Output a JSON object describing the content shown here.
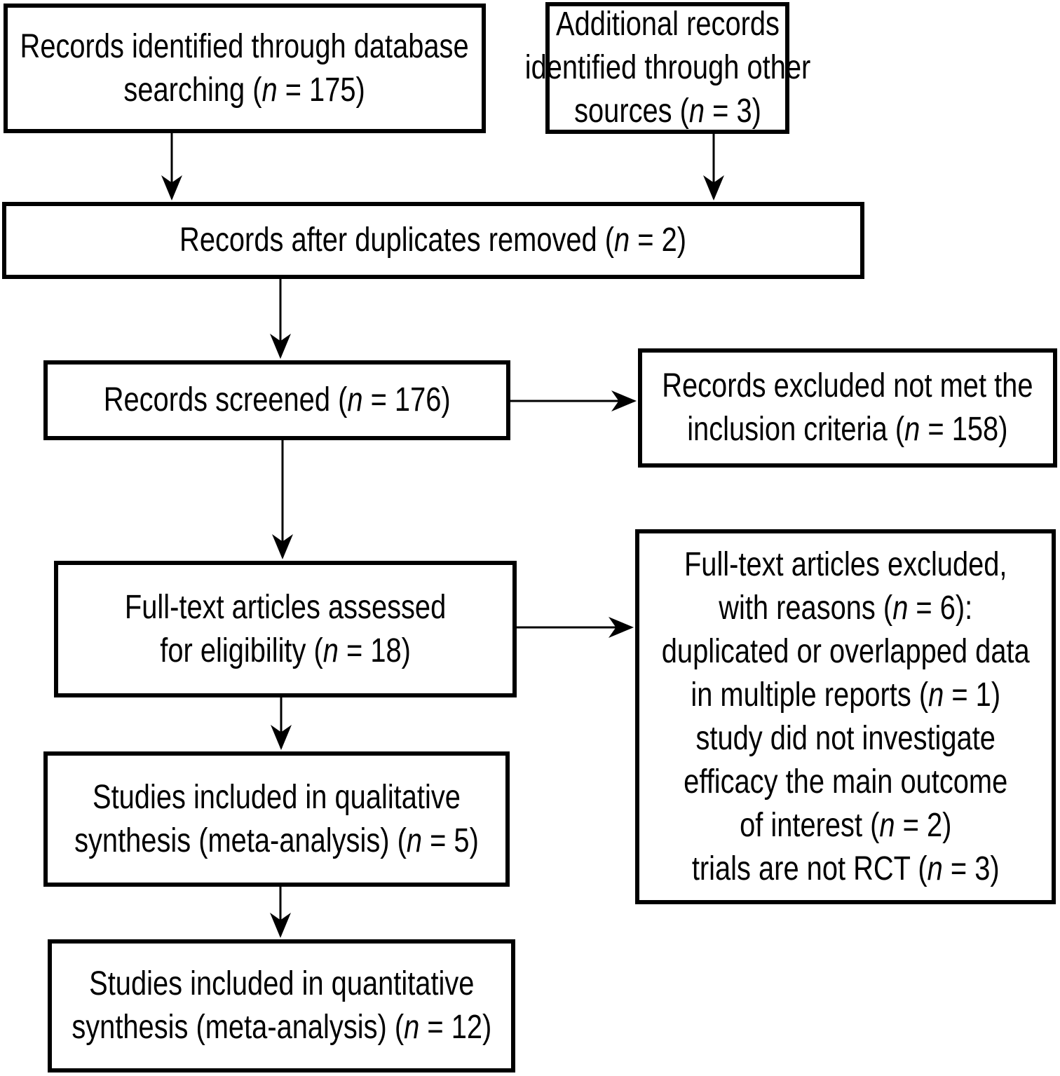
{
  "diagram": {
    "title": "PRISMA flow diagram",
    "colors": {
      "line": "#000000",
      "background": "#ffffff",
      "text": "#000000"
    },
    "boxes": [
      {
        "id": "records-identified-database",
        "lines": [
          "Records identified through database",
          "searching (n = 175)"
        ]
      },
      {
        "id": "additional-records-other-sources",
        "lines": [
          "Additional records",
          "identified through other",
          "sources (n = 3)"
        ]
      },
      {
        "id": "records-after-duplicates",
        "lines": [
          "Records after duplicates removed (n = 2)"
        ]
      },
      {
        "id": "records-screened",
        "lines": [
          "Records screened (n = 176)"
        ]
      },
      {
        "id": "records-excluded",
        "lines": [
          "Records excluded not met the",
          "inclusion criteria (n = 158)"
        ]
      },
      {
        "id": "fulltext-assessed",
        "lines": [
          "Full-text articles assessed",
          "for eligibility (n = 18)"
        ]
      },
      {
        "id": "qualitative-synthesis",
        "lines": [
          "Studies included in qualitative",
          "synthesis (meta-analysis) (n = 5)"
        ]
      },
      {
        "id": "quantitative-synthesis",
        "lines": [
          "Studies included in quantitative",
          "synthesis (meta-analysis) (n = 12)"
        ]
      },
      {
        "id": "fulltext-excluded",
        "lines": [
          "Full-text articles excluded,",
          "with reasons (n = 6):",
          "duplicated or overlapped data",
          "in multiple reports (n = 1)",
          "study did not investigate",
          "efficacy the main outcome",
          "of interest (n = 2)",
          "trials are not RCT (n = 3)"
        ]
      }
    ]
  }
}
